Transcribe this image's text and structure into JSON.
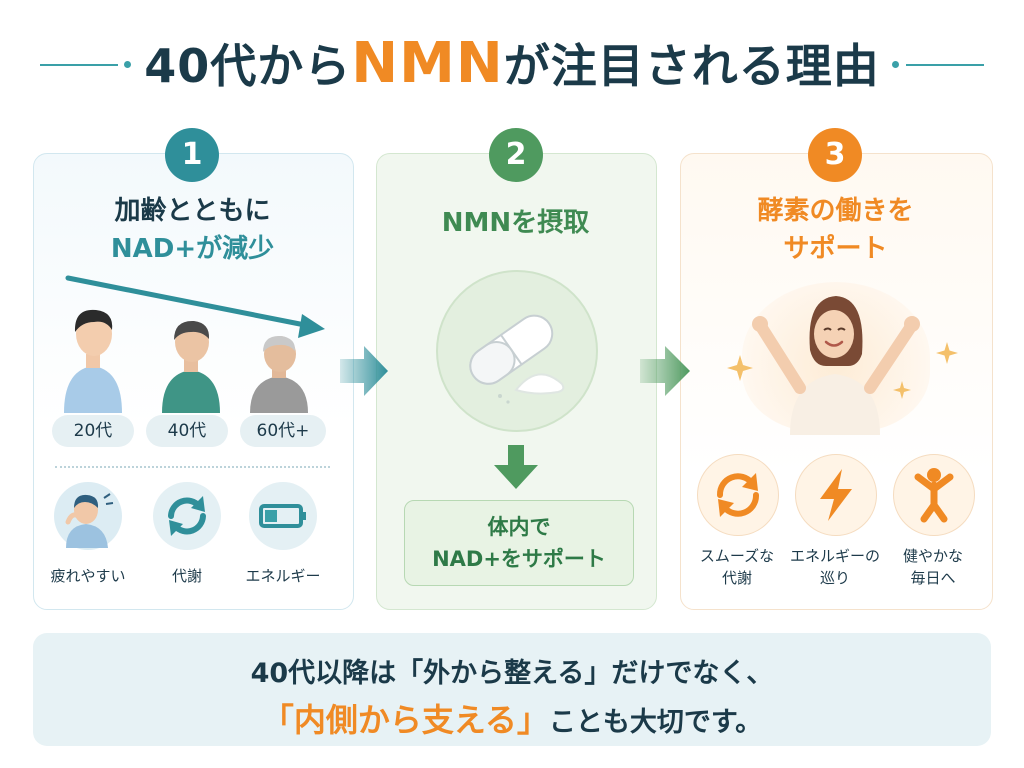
{
  "title": {
    "prefix": "40代から",
    "accent": "NMN",
    "suffix": "が注目される理由"
  },
  "colors": {
    "teal": "#2f8f9a",
    "green": "#4f9a5f",
    "orange": "#f08a24",
    "navy": "#1b3a49"
  },
  "steps": [
    {
      "number": "1",
      "heading_line1": "加齢とともに",
      "heading_line2": "NAD+が減少",
      "ages": [
        "20代",
        "40代",
        "60代+"
      ],
      "symptoms": [
        {
          "icon": "tired-person-icon",
          "label": "疲れやすい"
        },
        {
          "icon": "cycle-icon",
          "label": "代謝"
        },
        {
          "icon": "low-battery-icon",
          "label": "エネルギー"
        }
      ]
    },
    {
      "number": "2",
      "heading": "NMNを摂取",
      "icon": "capsule-powder-icon",
      "result_line1": "体内で",
      "result_line2": "NAD+をサポート"
    },
    {
      "number": "3",
      "heading_line1": "酵素の働きを",
      "heading_line2": "サポート",
      "icon": "happy-woman-icon",
      "benefits": [
        {
          "icon": "refresh-icon",
          "label_line1": "スムーズな",
          "label_line2": "代謝"
        },
        {
          "icon": "lightning-icon",
          "label_line1": "エネルギーの",
          "label_line2": "巡り"
        },
        {
          "icon": "person-active-icon",
          "label_line1": "健やかな",
          "label_line2": "毎日へ"
        }
      ]
    }
  ],
  "bottom": {
    "line1": "40代以降は「外から整える」だけでなく、",
    "line2_highlight": "「内側から支える」",
    "line2_rest": "ことも大切です。"
  }
}
